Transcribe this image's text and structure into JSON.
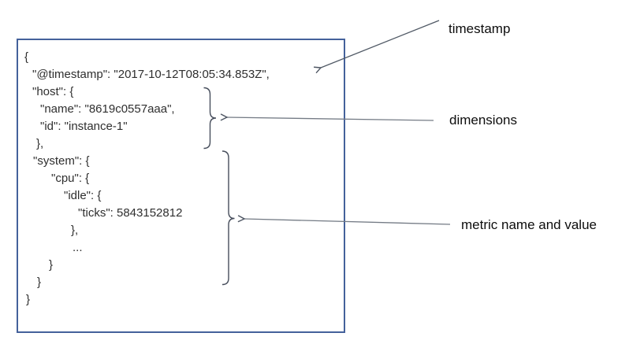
{
  "document": {
    "lines": [
      {
        "text": "{"
      },
      {
        "text": "\"@timestamp\": \"2017-10-12T08:05:34.853Z\","
      },
      {
        "text": "\"host\": {"
      },
      {
        "text": "\"name\": \"8619c0557aaa\","
      },
      {
        "text": "\"id\": \"instance-1\""
      },
      {
        "text": "},"
      },
      {
        "text": "\"system\": {"
      },
      {
        "text": "\"cpu\": {"
      },
      {
        "text": "\"idle\": {"
      },
      {
        "text": "\"ticks\": 5843152812"
      },
      {
        "text": "},"
      },
      {
        "text": "..."
      },
      {
        "text": "}"
      },
      {
        "text": "}"
      },
      {
        "text": "}"
      }
    ]
  },
  "labels": {
    "timestamp": "timestamp",
    "dimensions": "dimensions",
    "metric": "metric name and value"
  },
  "colors": {
    "box_border": "#44619b",
    "code_text": "#2f2f2f",
    "annotation_stroke": "#4d5562",
    "connector_stroke": "#747b85",
    "label_text": "#0d0d0d"
  }
}
